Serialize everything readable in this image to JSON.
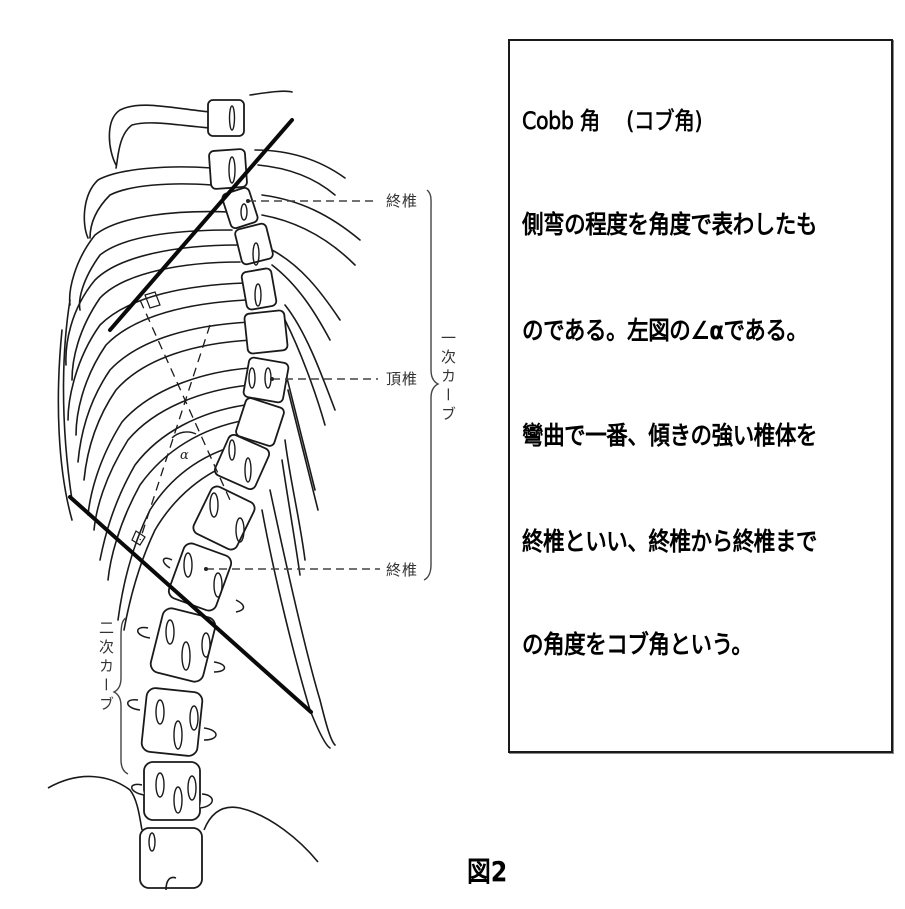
{
  "figure": {
    "labels": {
      "upper_end_vertebra": "終椎",
      "apex_vertebra": "頂椎",
      "lower_end_vertebra": "終椎",
      "primary_curve": "一次カーブ",
      "secondary_curve": "二次カーブ",
      "angle_symbol": "α"
    },
    "colors": {
      "line": "#111111",
      "label": "#333333"
    }
  },
  "textbox": {
    "title": "Cobb 角　 (コブ角)",
    "lines": [
      "側弯の程度を角度で表わしたも",
      "のである。左図の∠αである。",
      "彎曲で一番、傾きの強い椎体を",
      "終椎といい、終椎から終椎まで",
      "の角度をコブ角という。"
    ]
  },
  "caption": "図2"
}
